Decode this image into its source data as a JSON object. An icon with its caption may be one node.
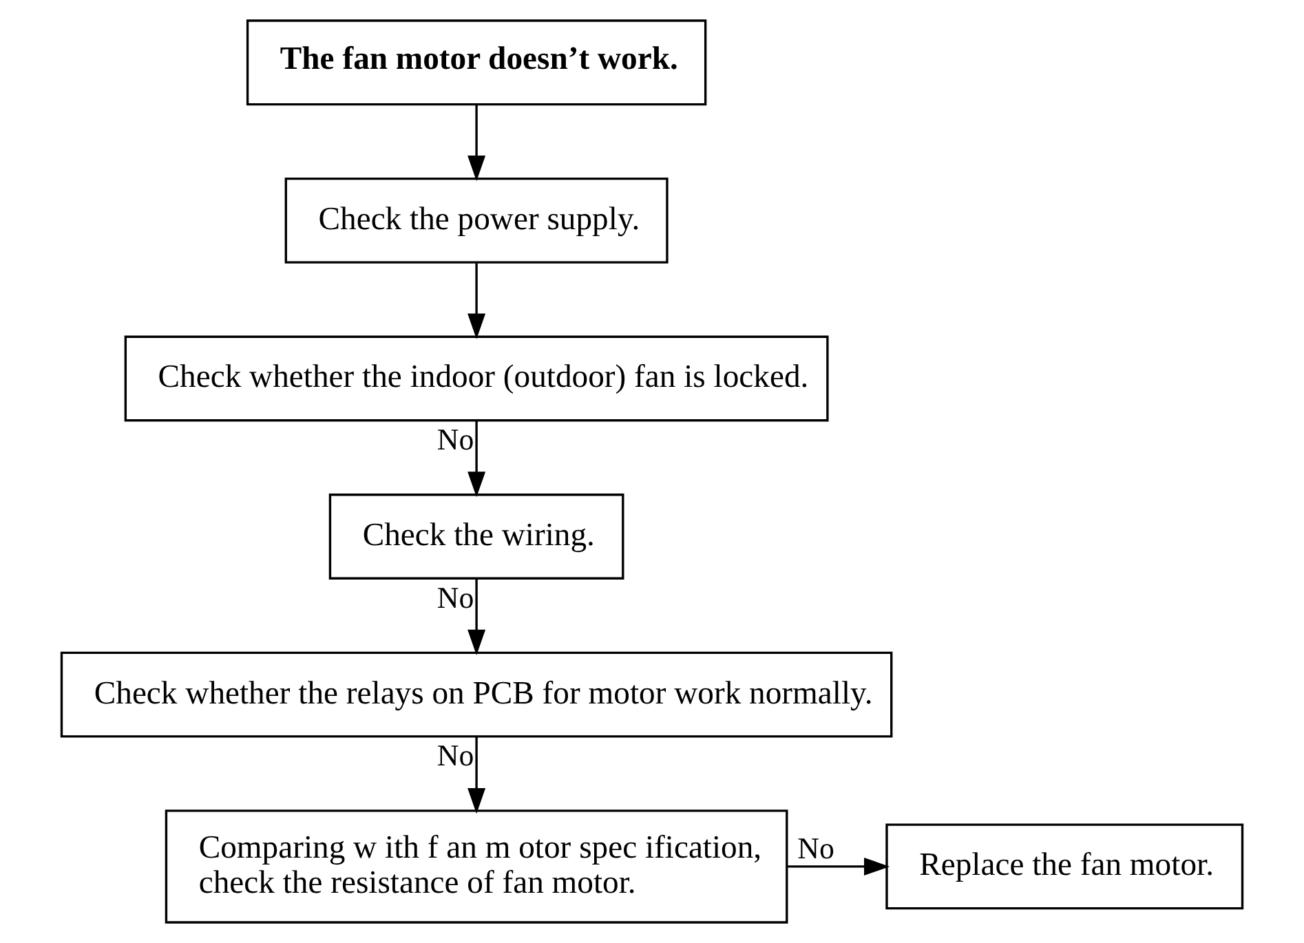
{
  "diagram": {
    "nodes": [
      {
        "text": [
          "The fan motor doesn’t work."
        ]
      },
      {
        "text": [
          "Check the power supply."
        ]
      },
      {
        "text": [
          "Check whether the indoor (outdoor) fan is locked."
        ]
      },
      {
        "text": [
          "Check the wiring."
        ]
      },
      {
        "text": [
          "Check whether the relays on PCB for motor work normally."
        ]
      },
      {
        "text": [
          "Comparing w ith f an m otor spec ification, check the resistance of fan motor."
        ]
      },
      {
        "text": [
          "Replace the fan motor."
        ]
      }
    ],
    "edges": [
      {
        "from": 0,
        "to": 1,
        "arrow": "to"
      },
      {
        "from": 1,
        "to": 2,
        "arrow": "to"
      },
      {
        "from": 2,
        "to": 3,
        "arrow": "to",
        "label": "No"
      },
      {
        "from": 3,
        "to": 4,
        "arrow": "to",
        "label": "No"
      },
      {
        "from": 4,
        "to": 5,
        "arrow": "to",
        "label": "No"
      },
      {
        "from": 5,
        "to": 6,
        "arrow": "to",
        "label": "No"
      }
    ]
  }
}
